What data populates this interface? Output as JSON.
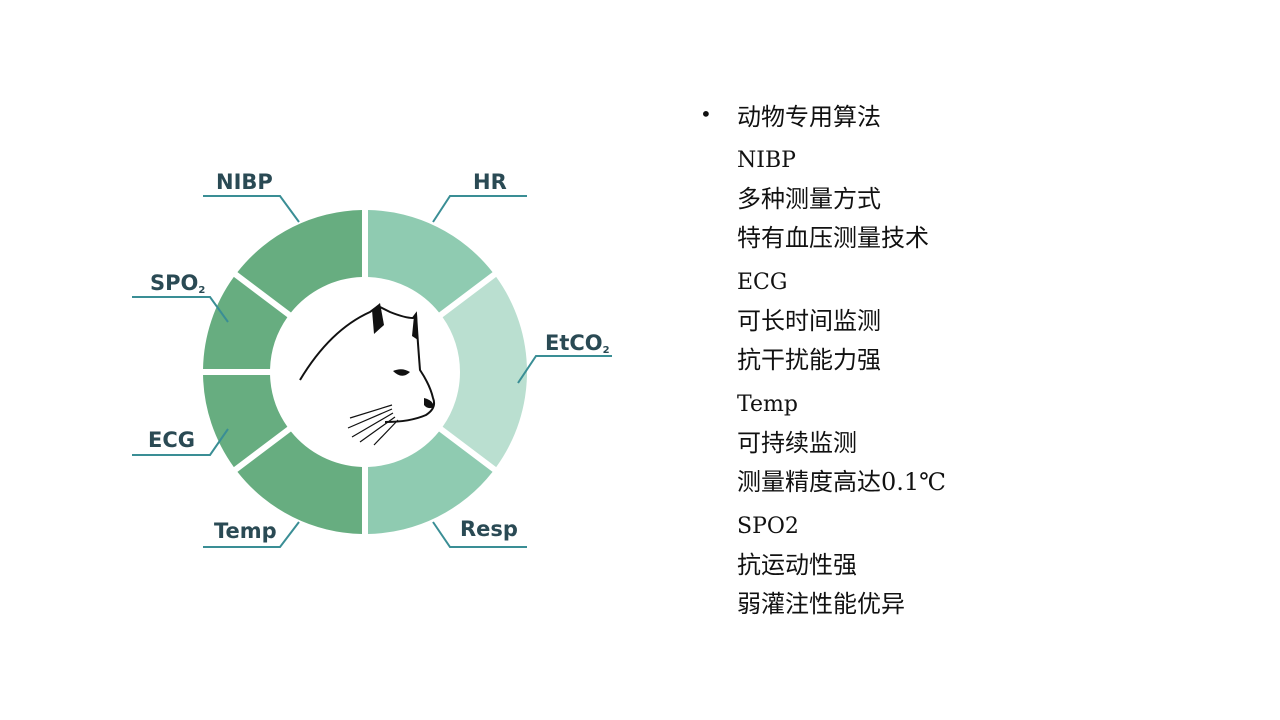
{
  "diagram": {
    "labels": {
      "nibp": "NIBP",
      "hr": "HR",
      "spo2_main": "SPO",
      "spo2_sub": "2",
      "etco2_main": "EtCO",
      "etco2_sub": "2",
      "ecg": "ECG",
      "temp": "Temp",
      "resp": "Resp"
    },
    "icon": "cat-head-icon",
    "colors": {
      "dark_green": "#67ad80",
      "mid_green": "#8fcbb1",
      "light_green": "#badfd0",
      "label": "#2a4a54",
      "leader": "#3a8e95"
    }
  },
  "content": {
    "bullet": "•",
    "heading": "动物专用算法",
    "sections": [
      {
        "title": "NIBP",
        "lines": [
          "多种测量方式",
          "特有血压测量技术"
        ]
      },
      {
        "title": "ECG",
        "lines": [
          "可长时间监测",
          "抗干扰能力强"
        ]
      },
      {
        "title": "Temp",
        "lines": [
          "可持续监测",
          "测量精度高达0.1℃"
        ]
      },
      {
        "title": "SPO2",
        "lines": [
          "抗运动性强",
          "弱灌注性能优异"
        ]
      }
    ]
  }
}
